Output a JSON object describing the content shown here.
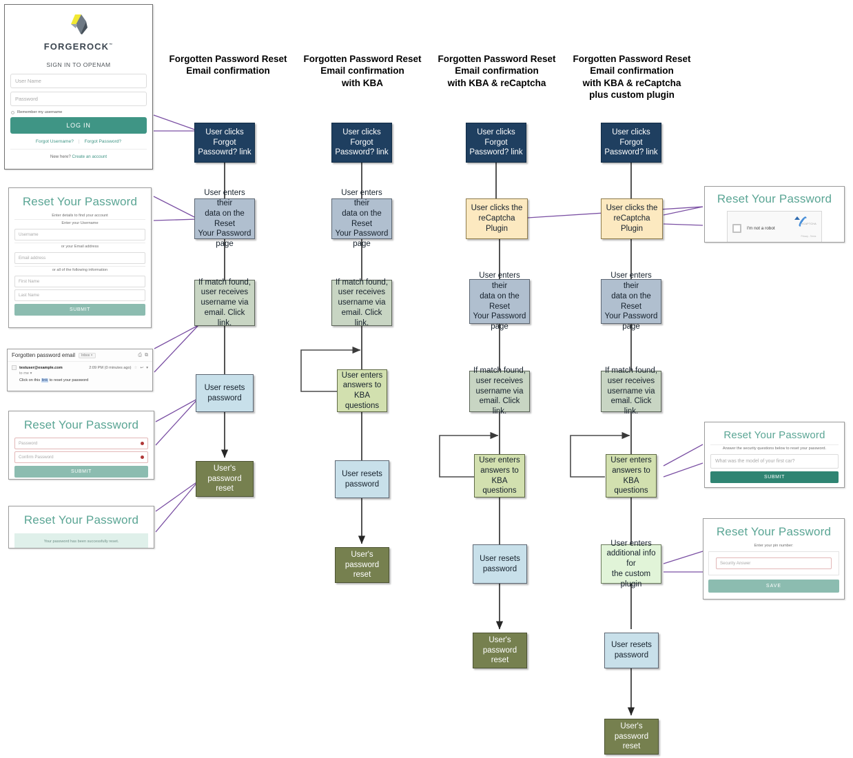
{
  "diagram": {
    "title": "Forgotten Password Reset flows",
    "columns": [
      {
        "heading": "Forgotten Password Reset\nEmail confirmation"
      },
      {
        "heading": "Forgotten Password Reset\nEmail confirmation\nwith KBA"
      },
      {
        "heading": "Forgotten Password Reset\nEmail confirmation\nwith KBA & reCaptcha"
      },
      {
        "heading": "Forgotten Password Reset\nEmail confirmation\nwith KBA & reCaptcha\nplus custom plugin"
      }
    ],
    "nodes": {
      "c1": [
        "User clicks\nForgot\nPassowrd? link",
        "User enters their\ndata on the Reset\nYour Password\npage",
        "If match found,\nuser receives\nusername via\nemail. Click link.",
        "User resets\npassword",
        "User's password\nreset"
      ],
      "c2": [
        "User clicks\nForgot\nPassword? link",
        "User enters their\ndata on the Reset\nYour Password\npage",
        "If match found,\nuser receives\nusername via\nemail. Click link.",
        "User enters\nanswers to KBA\nquestions",
        "User resets\npassword",
        "User's password\nreset"
      ],
      "c3": [
        "User clicks\nForgot\nPassword? link",
        "User clicks the\nreCaptcha Plugin",
        "User enters their\ndata on the Reset\nYour Password\npage",
        "If match found,\nuser receives\nusername via\nemail. Click link.",
        "User enters\nanswers to KBA\nquestions",
        "User resets\npassword",
        "User's password\nreset"
      ],
      "c4": [
        "User clicks\nForgot\nPassword? link",
        "User clicks the\nreCaptcha Plugin",
        "User enters their\ndata on the Reset\nYour Password\npage",
        "If match found,\nuser receives\nusername via\nemail. Click link.",
        "User enters\nanswers to KBA\nquestions",
        "User enters\nadditional info for\nthe custom plugin",
        "User resets\npassword",
        "User's password\nreset"
      ]
    },
    "colors": {
      "navy": "#1f3f60",
      "blue_grey": "#b0bfcf",
      "light_blue": "#c8e0ea",
      "sage": "#c8d5c3",
      "olive": "#76804f",
      "sand": "#fce9c0",
      "kba_green": "#d2e0af",
      "mint": "#e1f4d8",
      "connector_purple": "#7a4fa3",
      "brand_teal": "#3f9585"
    }
  },
  "login_card": {
    "brand": "FORGEROCK",
    "brand_tm": "™",
    "heading": "SIGN IN TO OPENAM",
    "username_placeholder": "User Name",
    "password_placeholder": "Password",
    "remember_label": "Remember my username",
    "login_button": "LOG IN",
    "forgot_username": "Forgot Username?",
    "separator": "|",
    "forgot_password": "Forgot Password?",
    "new_here": "New here?",
    "create_account": "Create an account"
  },
  "reset_find_card": {
    "title": "Reset Your Password",
    "subtitle": "Enter details to find your account",
    "section_username": "Enter your Username",
    "username_placeholder": "Username",
    "section_email": "or your Email address",
    "email_placeholder": "Email address",
    "section_all": "or all of the following information",
    "first_name_placeholder": "First Name",
    "last_name_placeholder": "Last Name",
    "submit": "SUBMIT"
  },
  "email_card": {
    "subject": "Forgotten password email",
    "label": "Inbox",
    "label_close": "×",
    "print_icon": "⎙",
    "popout_icon": "⧉",
    "from": "testuser@example.com",
    "time": "2:09 PM (0 minutes ago)",
    "star": "☆",
    "reply": "↩",
    "more": "▾",
    "to_me": "to me",
    "body_before": "Click on this",
    "body_link": "link",
    "body_after": "to reset your password"
  },
  "reset_set_card": {
    "title": "Reset Your Password",
    "password_placeholder": "Password",
    "confirm_placeholder": "Confirm Password",
    "submit": "SUBMIT"
  },
  "reset_done_card": {
    "title": "Reset Your Password",
    "message": "Your password has been successfully reset."
  },
  "captcha_card": {
    "title": "Reset Your Password",
    "checkbox_label": "I'm not a robot",
    "brand": "reCAPTCHA",
    "terms": "Privacy - Terms"
  },
  "kba_card": {
    "title": "Reset Your Password",
    "subtitle": "Answer the security questions below to reset your password.",
    "question_placeholder": "What was the model of your first car?",
    "submit": "SUBMIT"
  },
  "plugin_card": {
    "title": "Reset Your Password",
    "subtitle": "Enter your pin number:",
    "answer_placeholder": "Security Answer",
    "save": "SAVE"
  }
}
